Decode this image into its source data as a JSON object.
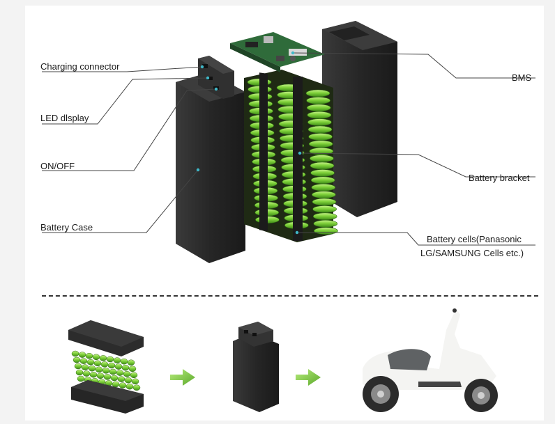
{
  "labels": {
    "charging_connector": "Charging connector",
    "led_display": "LED dlsplay",
    "on_off": "ON/OFF",
    "battery_case": "Battery Case",
    "bms": "BMS",
    "battery_bracket": "Battery bracket",
    "battery_cells_line1": "Battery cells(Panasonic",
    "battery_cells_line2": "LG/SAMSUNG Cells etc.)"
  },
  "colors": {
    "cell_green": "#7fd23a",
    "cell_dark_green": "#3e8a18",
    "case_black": "#2a2a2a",
    "pcb_green": "#2f6b3a",
    "arrow_green": "#7bcf3a",
    "scooter_white": "#f4f4f2",
    "scooter_grey": "#5f6264"
  },
  "icons": [
    "arrow-right-icon",
    "arrow-right-icon"
  ]
}
